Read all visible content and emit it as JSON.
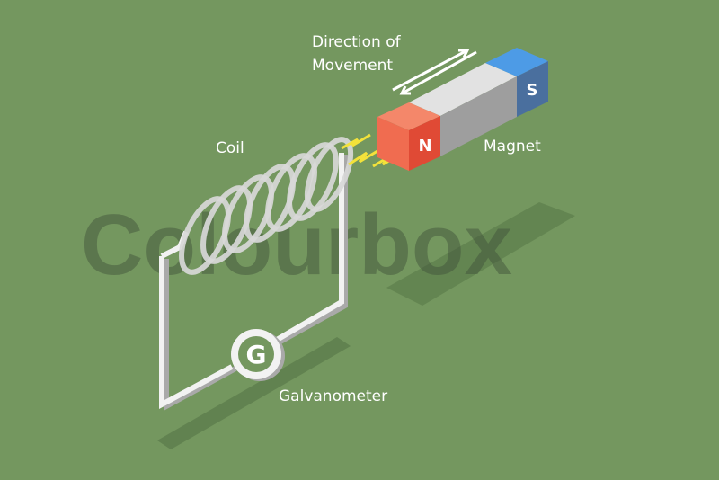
{
  "labels": {
    "direction_line1": "Direction of",
    "direction_line2": "Movement",
    "coil": "Coil",
    "magnet": "Magnet",
    "galvanometer": "Galvanometer"
  },
  "magnet": {
    "north": "N",
    "south": "S"
  },
  "galvanometer_symbol": "G",
  "watermark": "Colourbox",
  "colors": {
    "background": "#74975f",
    "north_pole": "#e8553d",
    "south_pole": "#4f86c6",
    "magnet_body": "#d9d9d9",
    "spark": "#f3e23a"
  }
}
